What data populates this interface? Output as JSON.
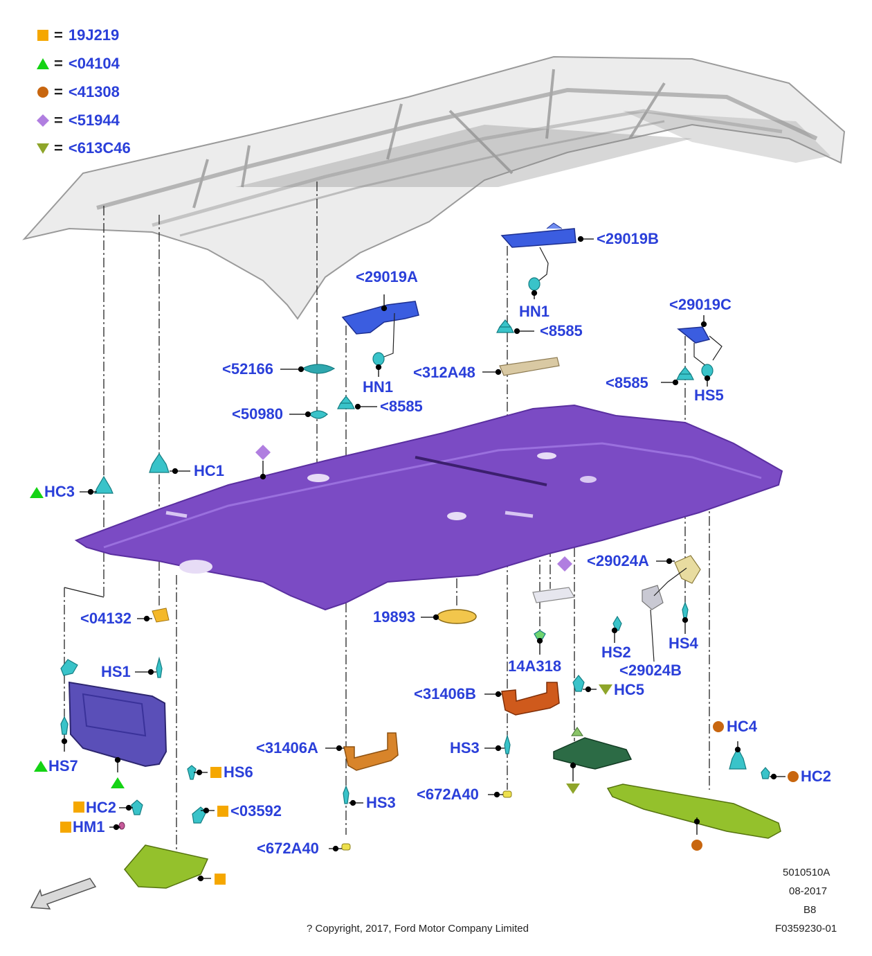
{
  "legend": [
    {
      "symbol": "square",
      "color": "#f5a700",
      "text": "19J219"
    },
    {
      "symbol": "triangle",
      "color": "#14d314",
      "text": "<04104"
    },
    {
      "symbol": "circle",
      "color": "#c8660f",
      "text": "<41308"
    },
    {
      "symbol": "diamond",
      "color": "#b07ee0",
      "text": "<51944"
    },
    {
      "symbol": "tri-down",
      "color": "#8ea52a",
      "text": "<613C46"
    }
  ],
  "legend_eq": "=",
  "label_color": "#2a3fd9",
  "callouts": {
    "p29019B": "<29019B",
    "p29019A": "<29019A",
    "p29019C": "<29019C",
    "hn1_top": "HN1",
    "hn1_mid": "HN1",
    "p8585_top": "<8585",
    "p8585_mid": "<8585",
    "p8585_right": "<8585",
    "p52166": "<52166",
    "p312A48": "<312A48",
    "hs5": "HS5",
    "p50980": "<50980",
    "hc1": "HC1",
    "hc3": "HC3",
    "p29024A": "<29024A",
    "p04132": "<04132",
    "p19893": "19893",
    "hs2": "HS2",
    "hs4": "HS4",
    "hs1": "HS1",
    "p14A318": "14A318",
    "p29024B": "<29024B",
    "p31406B": "<31406B",
    "hc5": "HC5",
    "hc4": "HC4",
    "p31406A": "<31406A",
    "hs3_right": "HS3",
    "hs7": "HS7",
    "hs6": "HS6",
    "hc2_right": "HC2",
    "p672A40_right": "<672A40",
    "hc2_left": "HC2",
    "p03592": "<03592",
    "hs3_left": "HS3",
    "hm1": "HM1",
    "p672A40_left": "<672A40"
  },
  "footer": {
    "code1": "5010510A",
    "date": "08-2017",
    "rev": "B8",
    "code2": "F0359230-01",
    "copyright": "? Copyright, 2017, Ford Motor Company Limited"
  },
  "parts": {
    "roof_color": "#e6e6e6",
    "headliner_color": "#7b4bc4",
    "clip_color": "#39c3c9",
    "bracket_color": "#3b5de0",
    "visor_color": "#5a4fb8",
    "handle_color": "#d8842a",
    "trim_color": "#94c12c"
  }
}
